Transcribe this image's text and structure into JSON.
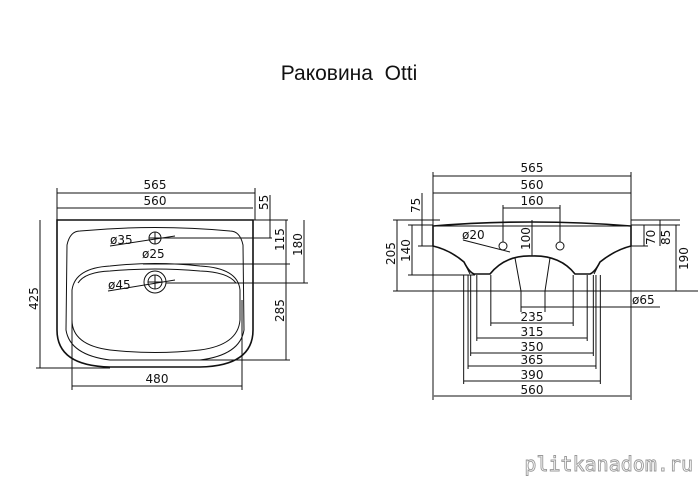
{
  "title": "Раковина  Otti",
  "watermark": "plitkanadom.ru",
  "top_view": {
    "width_outer": "565",
    "width_inner": "560",
    "rim": "55",
    "tap_offset": "115",
    "overflow_offset": "180",
    "drain_to_front": "285",
    "depth": "425",
    "bowl_width": "480",
    "tap_hole": "ø35",
    "overflow_hole": "ø25",
    "drain_hole": "ø45"
  },
  "front_view": {
    "width_outer": "565",
    "width_inner": "560",
    "tap_spacing": "160",
    "height_total": "205",
    "height_140": "140",
    "height_75": "75",
    "height_100": "100",
    "height_70": "70",
    "height_85": "85",
    "height_190": "190",
    "tap_hole": "ø20",
    "drain": "ø65",
    "widths": [
      "235",
      "315",
      "350",
      "365",
      "390",
      "560"
    ]
  }
}
